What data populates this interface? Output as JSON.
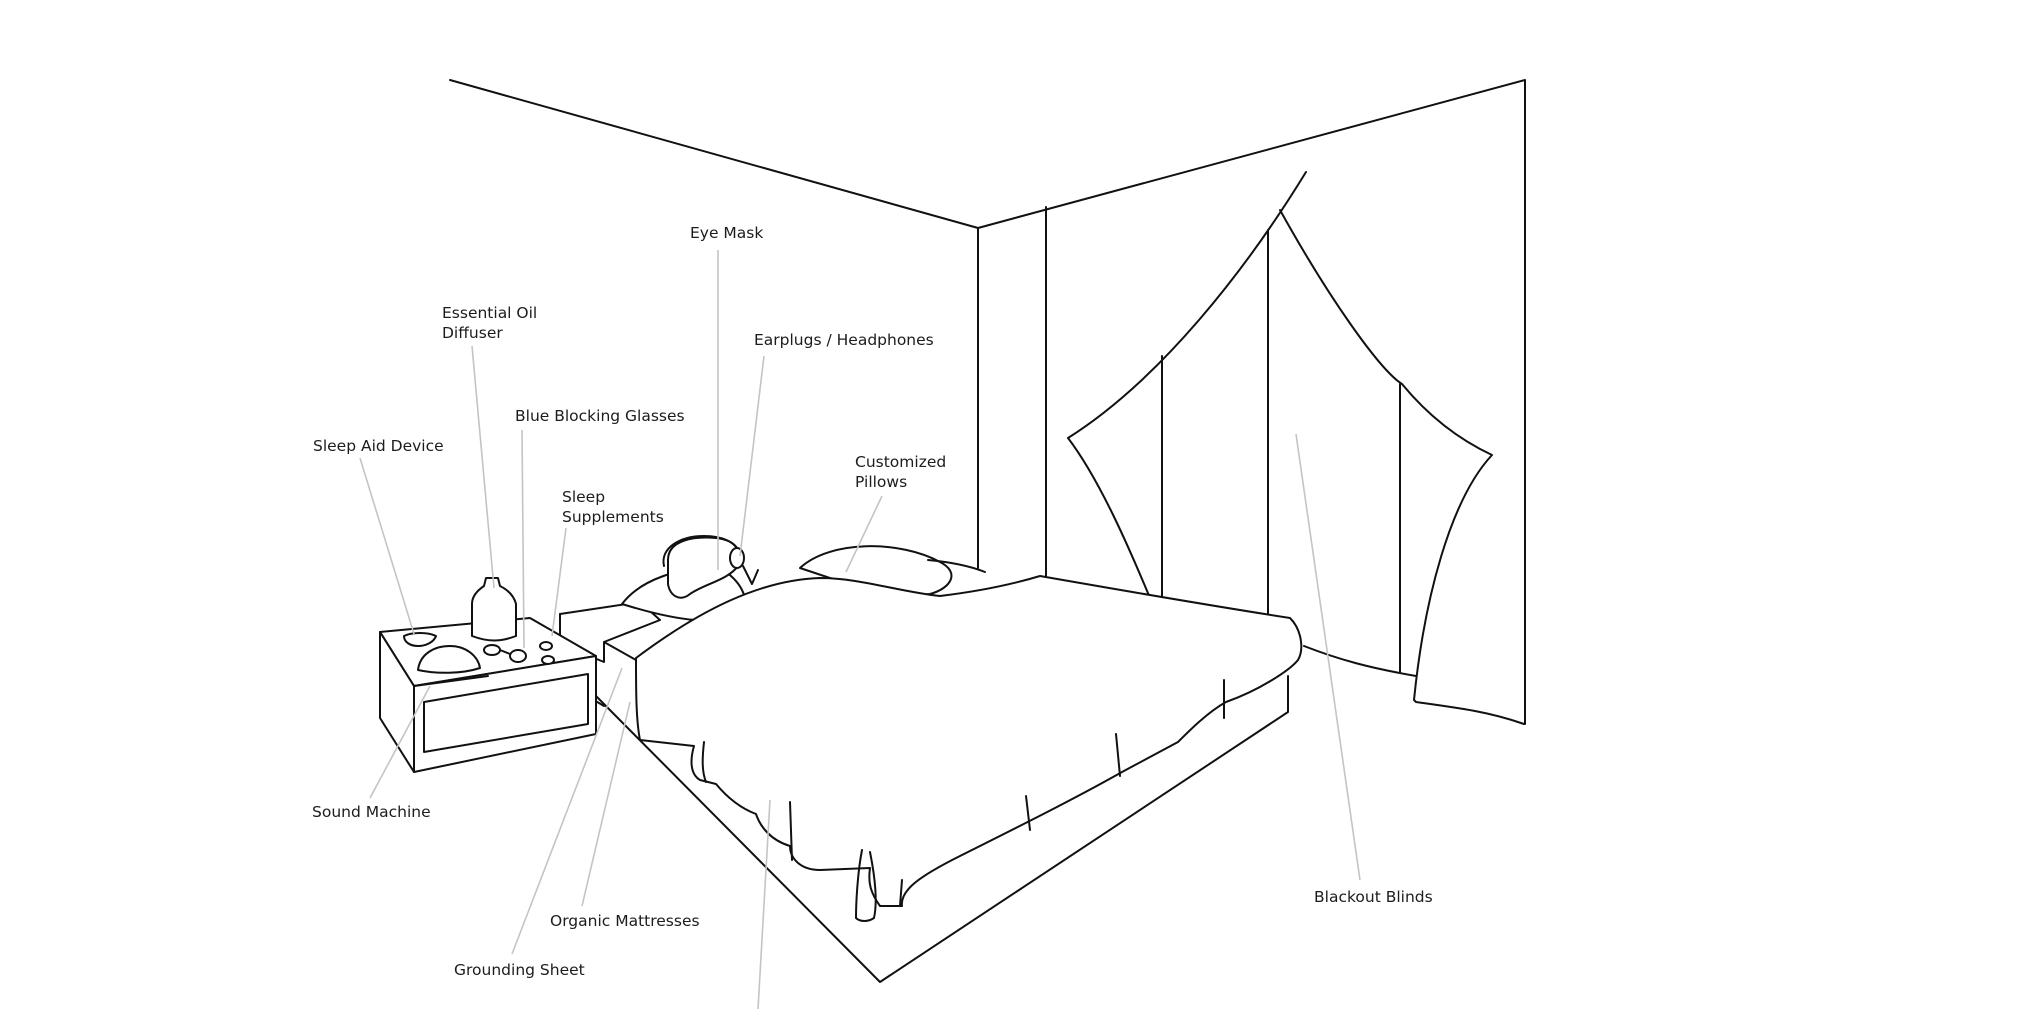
{
  "labels": {
    "eye_mask": "Eye Mask",
    "essential_oil_line1": "Essential Oil",
    "essential_oil_line2": "Diffuser",
    "earplugs": "Earplugs / Headphones",
    "blue_glasses": "Blue Blocking Glasses",
    "sleep_aid": "Sleep Aid Device",
    "sleep_supplements_line1": "Sleep",
    "sleep_supplements_line2": "Supplements",
    "pillows_line1": "Customized",
    "pillows_line2": "Pillows",
    "sound_machine": "Sound Machine",
    "organic_mattresses": "Organic Mattresses",
    "grounding_sheet": "Grounding Sheet",
    "blackout_blinds": "Blackout Blinds"
  },
  "colors": {
    "line": "#111111",
    "leader": "#c4c4c4",
    "text": "#1c1c1c",
    "background": "#ffffff"
  }
}
